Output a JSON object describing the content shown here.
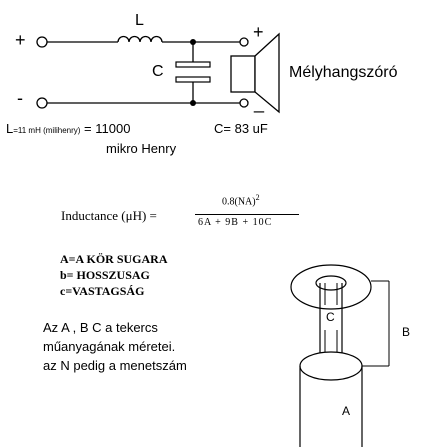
{
  "circuit": {
    "plus_terminal": "+",
    "minus_terminal": "-",
    "inductor_label": "L",
    "capacitor_label": "C",
    "speaker_plus": "+",
    "speaker_minus": "_",
    "speaker_name": "Mélyhangszóró",
    "inductance_prefix": "L",
    "inductance_sub": "=11 mH (milihenry)",
    "inductance_eq": " = 11000",
    "inductance_unit": "mikro Henry",
    "capacitance": "C= 83 uF"
  },
  "formula": {
    "lhs": "Inductance (μH) =",
    "numerator": "0.8(NA)",
    "exponent": "2",
    "denominator": "6A + 9B + 10C"
  },
  "legend": {
    "line_a": "A=A KÖR SUGARA",
    "line_b": "b= HOSSZUSAG",
    "line_c": "c=VASTAGSÁG"
  },
  "note": {
    "line1": "Az A , B C a tekercs",
    "line2": "műanyagának méretei.",
    "line3": "az N pedig a menetszám"
  },
  "coil_diagram": {
    "label_a": "A",
    "label_b": "B",
    "label_c": "C"
  }
}
